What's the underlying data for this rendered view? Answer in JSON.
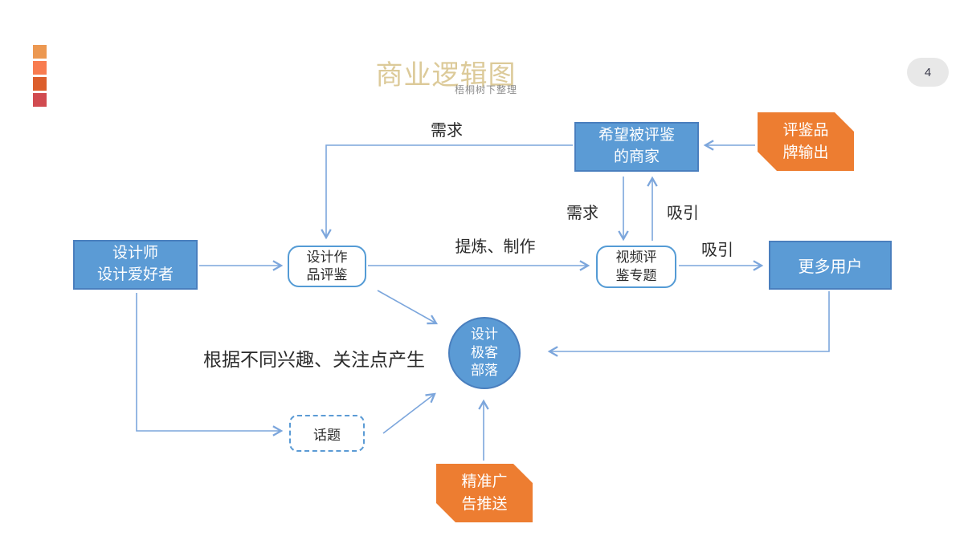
{
  "slide": {
    "title": "商业逻辑图",
    "subtitle": "梧桐树下整理",
    "page_number": "4"
  },
  "colors": {
    "node_blue_fill": "#5B9BD5",
    "node_blue_border": "#4A7FBE",
    "node_orange_fill": "#ED7D31",
    "arrow_blue": "#7CA6DC",
    "title_gold": "#DCCA99",
    "page_pill_gray": "#E8E8E8",
    "accent_bar_colors": [
      "#EC9851",
      "#F87C50",
      "#DC5E2C",
      "#D14B50"
    ]
  },
  "nodes": {
    "designers": {
      "label": "设计师\n设计爱好者"
    },
    "works_review": {
      "label": "设计作\n品评鉴"
    },
    "merchants": {
      "label": "希望被评鉴\n的商家"
    },
    "brand_output": {
      "label": "评鉴品\n牌输出"
    },
    "video_review": {
      "label": "视频评\n鉴专题"
    },
    "more_users": {
      "label": "更多用户"
    },
    "tribe": {
      "label": "设计\n极客\n部落"
    },
    "topic": {
      "label": "话题"
    },
    "ad_push": {
      "label": "精准广\n告推送"
    }
  },
  "edge_labels": {
    "demand_top": "需求",
    "refine_produce": "提炼、制作",
    "demand_mid": "需求",
    "attract_mid": "吸引",
    "attract_right": "吸引",
    "interests_note": "根据不同兴趣、关注点产生"
  }
}
